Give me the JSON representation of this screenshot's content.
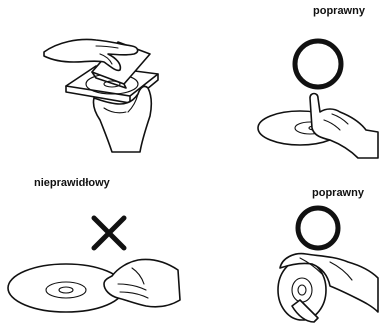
{
  "labels": {
    "top_right": "poprawny",
    "bottom_left": "nieprawidłowy",
    "bottom_right": "poprawny"
  },
  "marks": {
    "correct_symbol": "circle",
    "incorrect_symbol": "cross"
  },
  "colors": {
    "line": "#111111",
    "background": "#ffffff"
  }
}
